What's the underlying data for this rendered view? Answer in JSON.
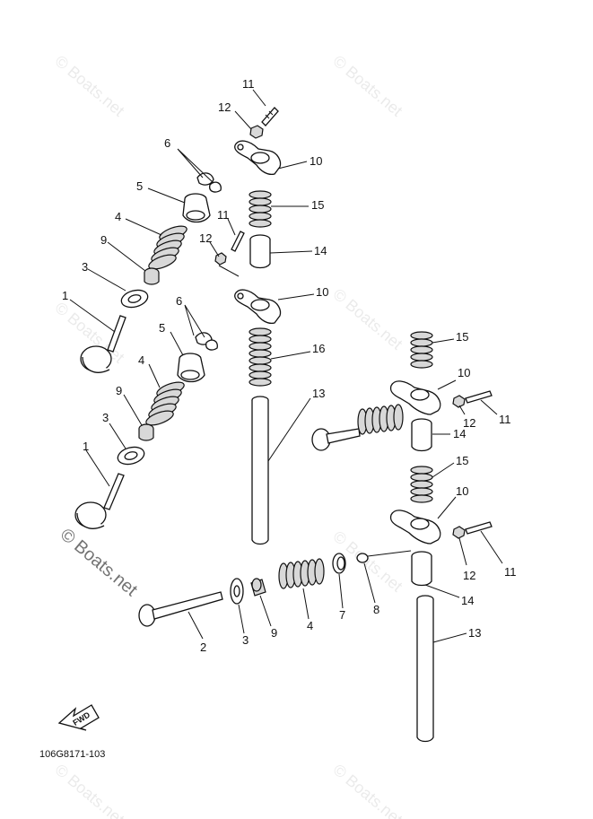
{
  "watermark": {
    "text": "© Boats.net"
  },
  "drawing_code": "106G8171-103",
  "fwd_label": "FWD",
  "callouts": [
    {
      "id": "c1a",
      "text": "11"
    },
    {
      "id": "c1b",
      "text": "12"
    },
    {
      "id": "c1c",
      "text": "6"
    },
    {
      "id": "c1d",
      "text": "10"
    },
    {
      "id": "c1e",
      "text": "5"
    },
    {
      "id": "c1f",
      "text": "15"
    },
    {
      "id": "c1g",
      "text": "4"
    },
    {
      "id": "c1h",
      "text": "11"
    },
    {
      "id": "c1i",
      "text": "12"
    },
    {
      "id": "c1j",
      "text": "14"
    },
    {
      "id": "c1k",
      "text": "9"
    },
    {
      "id": "c1l",
      "text": "3"
    },
    {
      "id": "c1m",
      "text": "10"
    },
    {
      "id": "c1n",
      "text": "1"
    },
    {
      "id": "c1o",
      "text": "6"
    },
    {
      "id": "c1p",
      "text": "5"
    },
    {
      "id": "c1q",
      "text": "16"
    },
    {
      "id": "c1r",
      "text": "4"
    },
    {
      "id": "c1s",
      "text": "13"
    },
    {
      "id": "c1t",
      "text": "9"
    },
    {
      "id": "c1u",
      "text": "3"
    },
    {
      "id": "c1v",
      "text": "1"
    },
    {
      "id": "c2a",
      "text": "15"
    },
    {
      "id": "c2b",
      "text": "10"
    },
    {
      "id": "c2c",
      "text": "12"
    },
    {
      "id": "c2d",
      "text": "11"
    },
    {
      "id": "c2e",
      "text": "14"
    },
    {
      "id": "c2f",
      "text": "15"
    },
    {
      "id": "c2g",
      "text": "10"
    },
    {
      "id": "c2h",
      "text": "12"
    },
    {
      "id": "c2i",
      "text": "11"
    },
    {
      "id": "c2j",
      "text": "14"
    },
    {
      "id": "c2k",
      "text": "13"
    },
    {
      "id": "c3a",
      "text": "2"
    },
    {
      "id": "c3b",
      "text": "3"
    },
    {
      "id": "c3c",
      "text": "9"
    },
    {
      "id": "c3d",
      "text": "4"
    },
    {
      "id": "c3e",
      "text": "7"
    },
    {
      "id": "c3f",
      "text": "8"
    }
  ]
}
